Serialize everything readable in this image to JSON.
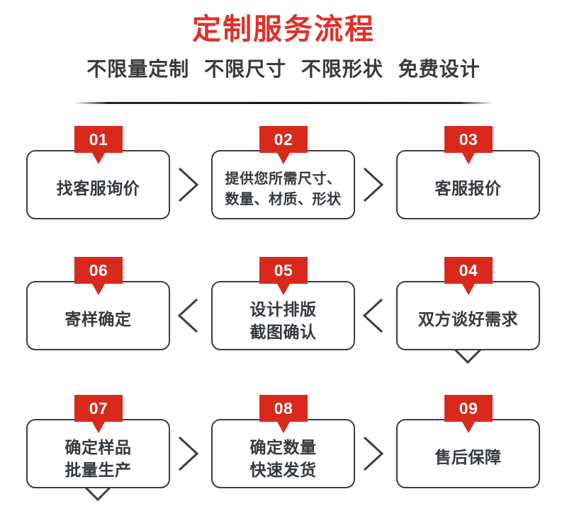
{
  "header": {
    "title": "定制服务流程",
    "subtitle_segments": [
      "不限量定制",
      "不限尺寸",
      "不限形状",
      "免费设计"
    ],
    "title_color": "#e0312a",
    "subtitle_color": "#3a3a3a"
  },
  "theme": {
    "badge_red": "#d9291c",
    "card_border": "#3b3f43",
    "card_text": "#35393d",
    "background": "#ffffff"
  },
  "flow": {
    "rows": [
      {
        "direction": "left-to-right",
        "steps": [
          {
            "number": "01",
            "lines": [
              "找客服询价"
            ]
          },
          {
            "number": "02",
            "lines": [
              "提供您所需尺寸、",
              "数量、材质、形状"
            ]
          },
          {
            "number": "03",
            "lines": [
              "客服报价"
            ]
          }
        ]
      },
      {
        "direction": "right-to-left",
        "steps": [
          {
            "number": "06",
            "lines": [
              "寄样确定"
            ]
          },
          {
            "number": "05",
            "lines": [
              "设计排版",
              "截图确认"
            ]
          },
          {
            "number": "04",
            "lines": [
              "双方谈好需求"
            ]
          }
        ]
      },
      {
        "direction": "left-to-right",
        "steps": [
          {
            "number": "07",
            "lines": [
              "确定样品",
              "批量生产"
            ]
          },
          {
            "number": "08",
            "lines": [
              "确定数量",
              "快速发货"
            ]
          },
          {
            "number": "09",
            "lines": [
              "售后保障"
            ]
          }
        ]
      }
    ],
    "connectors": {
      "row1_to_row2": "chevron-down-icon",
      "row2_to_row3": "chevron-down-icon",
      "row1_inline": "chevron-right-icon",
      "row2_inline": "chevron-left-icon",
      "row3_inline": "chevron-right-icon"
    }
  }
}
